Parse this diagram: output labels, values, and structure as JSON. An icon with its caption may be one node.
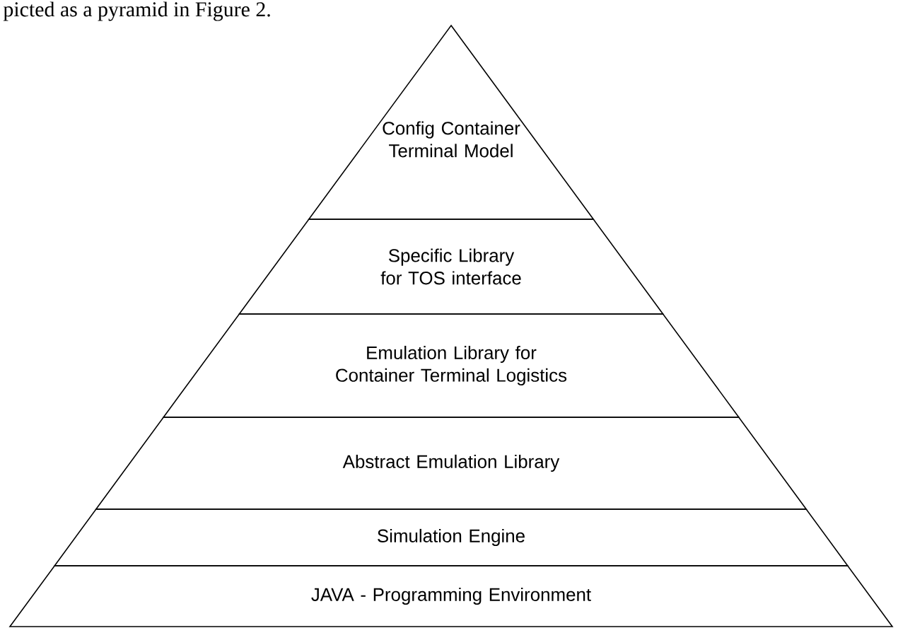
{
  "diagram": {
    "nodes": [
      {
        "text": [
          "Config Container Terminal Model"
        ]
      },
      {
        "text": [
          "Specific Library for TOS interface"
        ]
      },
      {
        "text": [
          "Emulation Library for Container Terminal Logistics"
        ]
      },
      {
        "text": [
          "Abstract Emulation Library"
        ]
      },
      {
        "text": [
          "Simulation Engine"
        ]
      },
      {
        "text": [
          "JAVA - Programming Environment"
        ]
      }
    ],
    "labels": [
      "picted as a pyramid in Figure 2."
    ]
  }
}
